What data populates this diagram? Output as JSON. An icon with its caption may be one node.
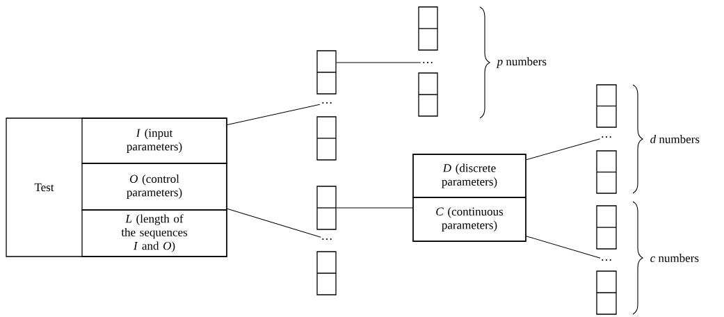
{
  "diagram": {
    "nodes": [
      {
        "text": [
          "Test"
        ]
      },
      {
        "text": [
          "*I* (input parameters)"
        ],
        "in": 0
      },
      {
        "text": [
          "*O* (control parameters)"
        ],
        "in": 0
      },
      {
        "text": [
          "*L* (length of the sequences *I* and *O*)"
        ],
        "in": 0
      },
      {
        "text": [],
        "shape": "box"
      },
      {
        "text": [
          "…"
        ]
      },
      {
        "text": [],
        "shape": "box"
      },
      {
        "text": [],
        "shape": "box"
      },
      {
        "text": [
          "…"
        ]
      },
      {
        "text": [],
        "shape": "box"
      },
      {
        "text": [],
        "shape": "box"
      },
      {
        "text": [
          "…"
        ]
      },
      {
        "text": [],
        "shape": "box"
      },
      {
        "text": [],
        "shape": "box"
      },
      {
        "text": [
          "*D* (discrete parameters)"
        ],
        "in": 13
      },
      {
        "text": [
          "*C* (continuous parameters)"
        ],
        "in": 13
      },
      {
        "text": [],
        "shape": "box"
      },
      {
        "text": [
          "…"
        ]
      },
      {
        "text": [],
        "shape": "box"
      },
      {
        "text": [],
        "shape": "box"
      },
      {
        "text": [
          "…"
        ]
      },
      {
        "text": [],
        "shape": "box"
      }
    ],
    "edges": [
      {
        "from": 1,
        "to": 5,
        "arrow": "none"
      },
      {
        "from": 2,
        "to": 8,
        "arrow": "none"
      },
      {
        "from": 4,
        "to": 11,
        "arrow": "none"
      },
      {
        "from": 7,
        "to": 13,
        "arrow": "none"
      },
      {
        "from": 14,
        "to": 17,
        "arrow": "none"
      },
      {
        "from": 15,
        "to": 20,
        "arrow": "none"
      }
    ],
    "labels": [
      "*p* numbers",
      "*d* numbers",
      "*c* numbers"
    ]
  }
}
